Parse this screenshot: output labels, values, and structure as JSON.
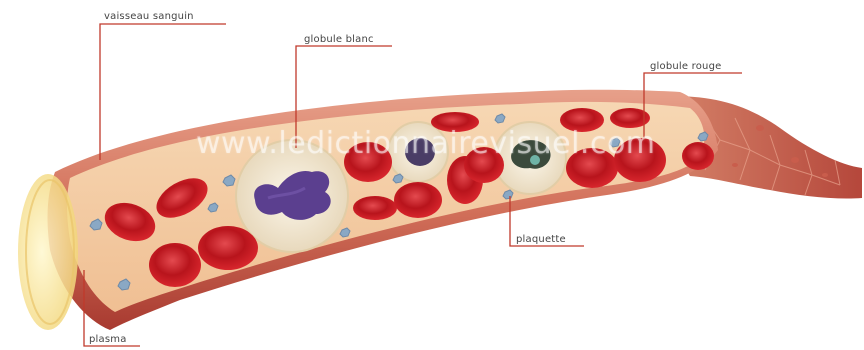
{
  "labels": {
    "vessel": "vaisseau sanguin",
    "white_cell": "globule blanc",
    "red_cell": "globule rouge",
    "platelet": "plaquette",
    "plasma": "plasma"
  },
  "watermark": "www.ledictionnairevisuel.com",
  "colors": {
    "leader_line": "#c0392b",
    "vessel_wall": "#b8403a",
    "vessel_outer": "#d9765f",
    "lumen": "#f3c9a0",
    "red_cell": "#c81e24",
    "white_cell": "#f4ecd9",
    "nucleus": "#5b3f8f",
    "platelet": "#8aa8c4",
    "label_text": "#444444"
  }
}
